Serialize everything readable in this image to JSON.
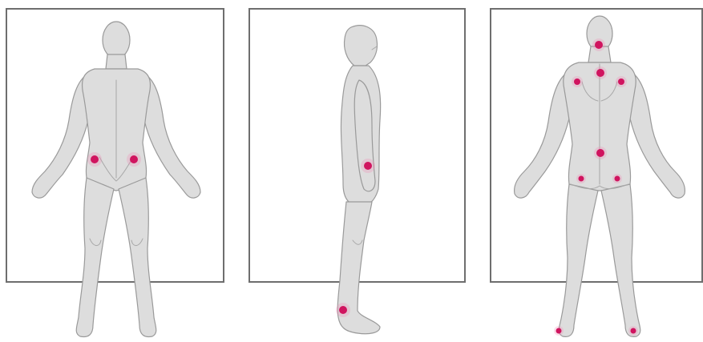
{
  "colors": {
    "background": "#ffffff",
    "frame": "#6e6e6e",
    "body_fill": "#dddddd",
    "body_outline": "#9a9a9a",
    "marker": "#d0145f",
    "marker_halo": "#f08ab4"
  },
  "views": [
    {
      "id": "front",
      "marker_count": 2
    },
    {
      "id": "side",
      "marker_count": 2
    },
    {
      "id": "back",
      "marker_count": 9
    }
  ]
}
